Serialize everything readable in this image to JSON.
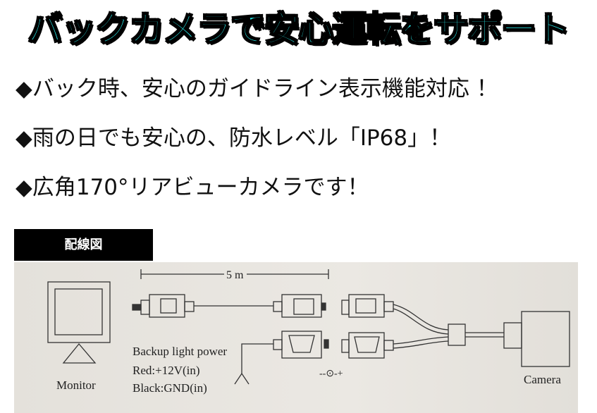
{
  "title": "バックカメラで安心運転をサポート",
  "bullets": [
    "◆バック時、安心のガイドライン表示機能対応 ！",
    "◆雨の日でも安心の、防水レベル「IP68」！",
    "◆広角170°リアビューカメラです！"
  ],
  "section_label": "配線図",
  "diagram": {
    "length": "5 m",
    "monitor": "Monitor",
    "camera": "Camera",
    "power_title": "Backup light power",
    "power_red": "Red:+12V(in)",
    "power_black": "Black:GND(in)",
    "polarity": "--⊙-+"
  }
}
